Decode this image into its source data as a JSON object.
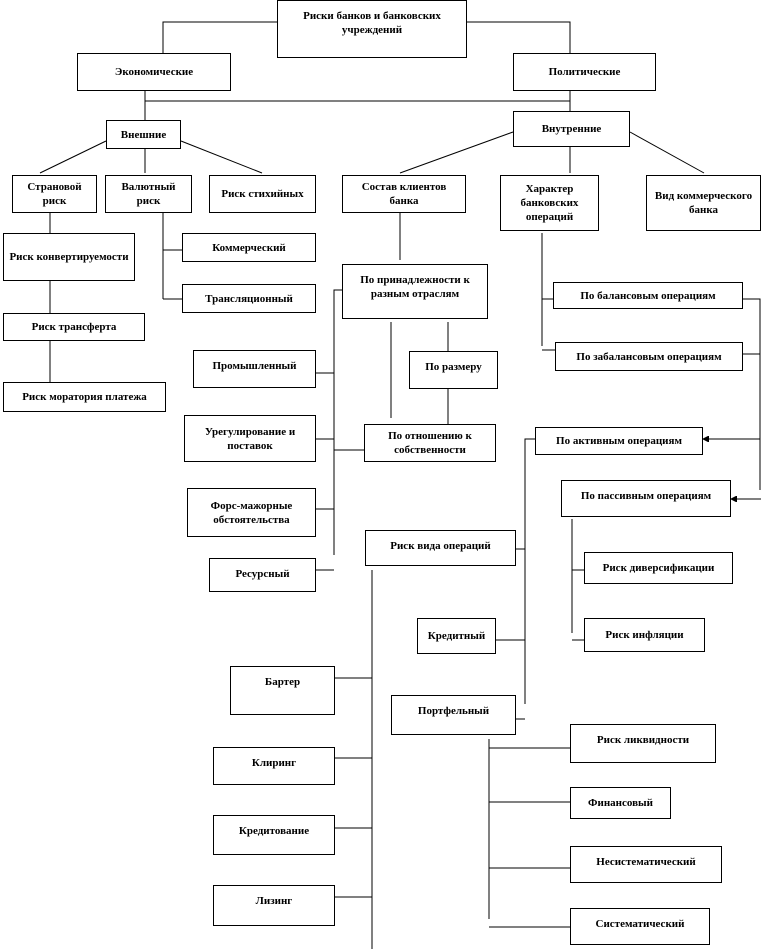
{
  "root": "Риски банков и банковских учреждений",
  "economic": "Экономические",
  "political": "Политические",
  "external": "Внешние",
  "internal": "Внутренние",
  "country_risk": "Страновой риск",
  "currency_risk": "Валютный риск",
  "natural_risk": "Риск стихийных",
  "client_composition": "Состав клиентов банка",
  "operations_nature": "Характер банковских операций",
  "bank_type": "Вид коммерческого банка",
  "convertibility_risk": "Риск конвертируемости",
  "commercial": "Коммерческий",
  "translation": "Трансляционный",
  "by_industry": "По принадлежности к разным отраслям",
  "by_balance_ops": "По балансовым операциям",
  "transfer_risk": "Риск трансферта",
  "by_offbalance_ops": "По забалансовым операциям",
  "industrial": "Промышленный",
  "by_size": "По размеру",
  "moratorium_risk": "Риск моратория платежа",
  "settlement": "Урегулирование и поставок",
  "by_ownership": "По отношению к собственности",
  "by_active_ops": "По активным операциям",
  "force_majeure": "Форс-мажорные обстоятельства",
  "by_passive_ops": "По пассивным операциям",
  "operation_type_risk": "Риск вида операций",
  "resource": "Ресурсный",
  "diversification_risk": "Риск диверсификации",
  "credit": "Кредитный",
  "inflation_risk": "Риск инфляции",
  "barter": "Бартер",
  "portfolio": "Портфельный",
  "liquidity_risk": "Риск ликвидности",
  "clearing": "Клиринг",
  "financial": "Финансовый",
  "lending": "Кредитование",
  "unsystematic": "Несистематический",
  "leasing": "Лизинг",
  "systematic": "Систематический"
}
